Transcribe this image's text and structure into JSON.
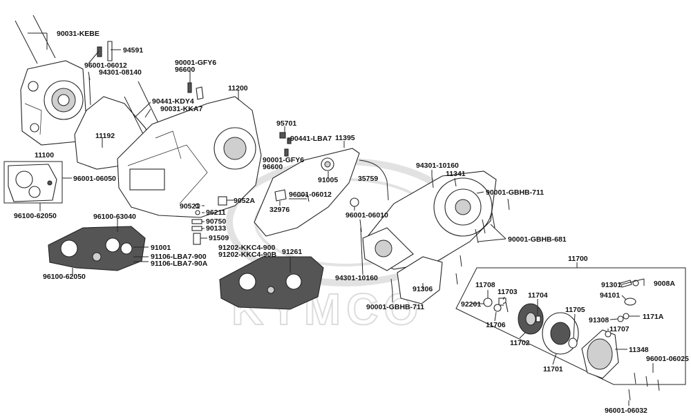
{
  "brand": {
    "watermark": "KYMCO",
    "line_color": "#222222",
    "watermark_color": "#dcdcdc"
  },
  "labels": [
    {
      "id": "p90031-kebe",
      "text": "90031-KEBE"
    },
    {
      "id": "p94591",
      "text": "94591"
    },
    {
      "id": "p96001-06012-a",
      "text": "96001-06012"
    },
    {
      "id": "p94301-08140",
      "text": "94301-08140"
    },
    {
      "id": "p90001-gfy6-a",
      "text": "90001-GFY6"
    },
    {
      "id": "p96600-a",
      "text": "96600"
    },
    {
      "id": "p11200",
      "text": "11200"
    },
    {
      "id": "p90441-kdy4",
      "text": "90441-KDY4"
    },
    {
      "id": "p90031-kka7",
      "text": "90031-KKA7"
    },
    {
      "id": "p11192",
      "text": "11192"
    },
    {
      "id": "p11100",
      "text": "11100"
    },
    {
      "id": "p96001-06050",
      "text": "96001-06050"
    },
    {
      "id": "p96100-62050-a",
      "text": "96100-62050"
    },
    {
      "id": "p96100-63040",
      "text": "96100-63040"
    },
    {
      "id": "p91001",
      "text": "91001"
    },
    {
      "id": "p91106-lba7-900",
      "text": "91106-LBA7-900"
    },
    {
      "id": "p91106-lba7-90a",
      "text": "91106-LBA7-90A"
    },
    {
      "id": "p96100-62050-b",
      "text": "96100-62050"
    },
    {
      "id": "p95701",
      "text": "95701"
    },
    {
      "id": "p90441-lba7",
      "text": "90441-LBA7"
    },
    {
      "id": "p11395",
      "text": "11395"
    },
    {
      "id": "p90001-gfy6-b",
      "text": "90001-GFY6"
    },
    {
      "id": "p96600-b",
      "text": "96600"
    },
    {
      "id": "p91005",
      "text": "91005"
    },
    {
      "id": "p35759",
      "text": "35759"
    },
    {
      "id": "p96001-06012-b",
      "text": "96001-06012"
    },
    {
      "id": "p9052a",
      "text": "9052A"
    },
    {
      "id": "p32976",
      "text": "32976"
    },
    {
      "id": "p90521",
      "text": "90521"
    },
    {
      "id": "p96211",
      "text": "96211"
    },
    {
      "id": "p90750",
      "text": "90750"
    },
    {
      "id": "p90133",
      "text": "90133"
    },
    {
      "id": "p91509",
      "text": "91509"
    },
    {
      "id": "p96001-06010",
      "text": "96001-06010"
    },
    {
      "id": "p91202-kkc4-900",
      "text": "91202-KKC4-900"
    },
    {
      "id": "p91202-kkc4-90b",
      "text": "91202-KKC4-90B"
    },
    {
      "id": "p91261",
      "text": "91261"
    },
    {
      "id": "p94301-10160-a",
      "text": "94301-10160"
    },
    {
      "id": "p11341",
      "text": "11341"
    },
    {
      "id": "p90001-gbhb-711-a",
      "text": "90001-GBHB-711"
    },
    {
      "id": "p90001-gbhb-681",
      "text": "90001-GBHB-681"
    },
    {
      "id": "p94301-10160-b",
      "text": "94301-10160"
    },
    {
      "id": "p91306",
      "text": "91306"
    },
    {
      "id": "p90001-gbhb-711-b",
      "text": "90001-GBHB-711"
    },
    {
      "id": "p11700",
      "text": "11700"
    },
    {
      "id": "p11708",
      "text": "11708"
    },
    {
      "id": "p11703",
      "text": "11703"
    },
    {
      "id": "p11704",
      "text": "11704"
    },
    {
      "id": "p92201",
      "text": "92201"
    },
    {
      "id": "p11706",
      "text": "11706"
    },
    {
      "id": "p11702",
      "text": "11702"
    },
    {
      "id": "p11705",
      "text": "11705"
    },
    {
      "id": "p11701",
      "text": "11701"
    },
    {
      "id": "p11707",
      "text": "11707"
    },
    {
      "id": "p11348",
      "text": "11348"
    },
    {
      "id": "p91301",
      "text": "91301"
    },
    {
      "id": "p9008a",
      "text": "9008A"
    },
    {
      "id": "p94101",
      "text": "94101"
    },
    {
      "id": "p91308",
      "text": "91308"
    },
    {
      "id": "p1171a",
      "text": "1171A"
    },
    {
      "id": "p96001-06025",
      "text": "96001-06025"
    },
    {
      "id": "p96001-06032",
      "text": "96001-06032"
    }
  ]
}
